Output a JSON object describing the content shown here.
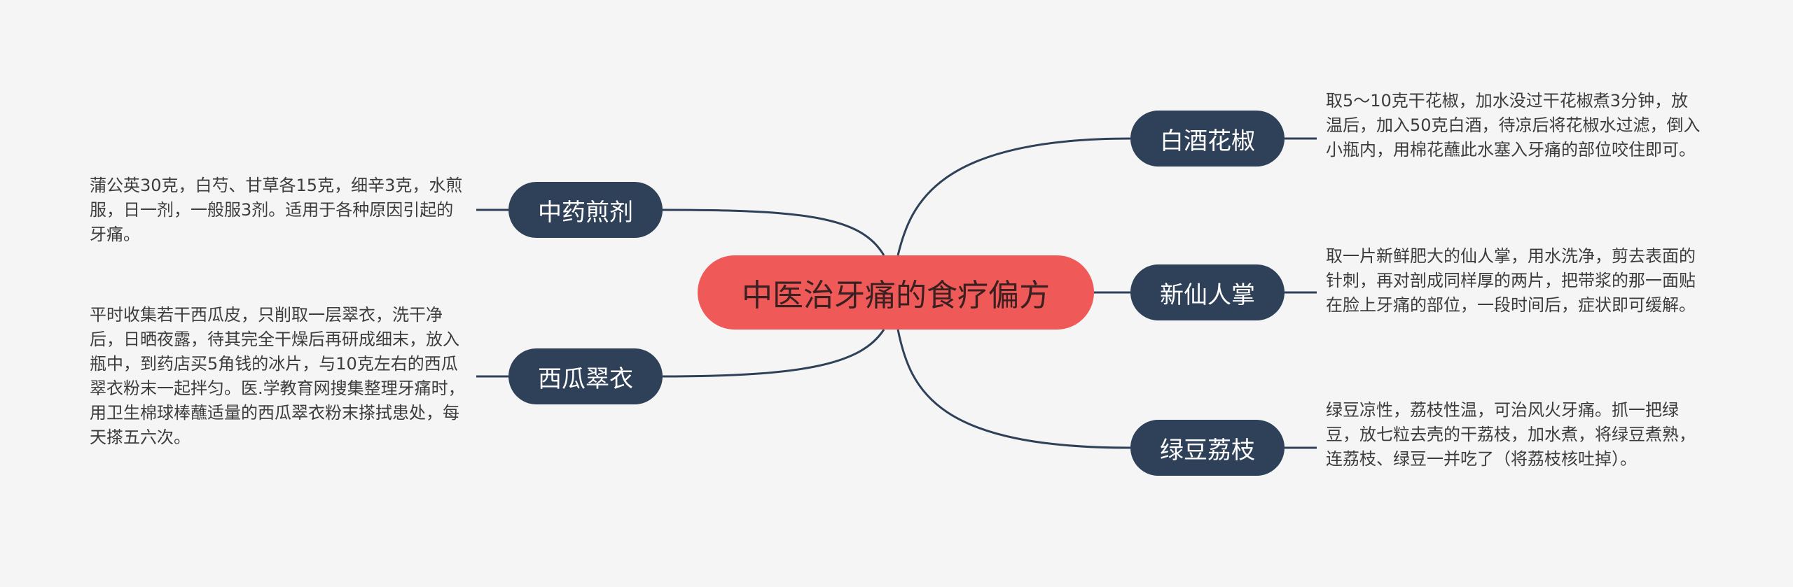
{
  "root": {
    "title": "中医治牙痛的食疗偏方"
  },
  "branches": {
    "right": [
      {
        "label": "白酒花椒",
        "detail": "取5～10克干花椒，加水没过干花椒煮3分钟，放温后，加入50克白酒，待凉后将花椒水过滤，倒入小瓶内，用棉花蘸此水塞入牙痛的部位咬住即可。"
      },
      {
        "label": "新仙人掌",
        "detail": "取一片新鲜肥大的仙人掌，用水洗净，剪去表面的针刺，再对剖成同样厚的两片，把带浆的那一面贴在脸上牙痛的部位，一段时间后，症状即可缓解。"
      },
      {
        "label": "绿豆荔枝",
        "detail": "绿豆凉性，荔枝性温，可治风火牙痛。抓一把绿豆，放七粒去壳的干荔枝，加水煮，将绿豆煮熟，连荔枝、绿豆一并吃了（将荔枝核吐掉）。"
      }
    ],
    "left": [
      {
        "label": "中药煎剂",
        "detail": "蒲公英30克，白芍、甘草各15克，细辛3克，水煎服，日一剂，一般服3剂。适用于各种原因引起的牙痛。"
      },
      {
        "label": "西瓜翠衣",
        "detail": "平时收集若干西瓜皮，只削取一层翠衣，洗干净后，日晒夜露，待其完全干燥后再研成细末，放入瓶中，到药店买5角钱的冰片，与10克左右的西瓜翠衣粉末一起拌匀。医.学教育网搜集整理牙痛时，用卫生棉球棒蘸适量的西瓜翠衣粉末搽拭患处，每天搽五六次。"
      }
    ]
  },
  "colors": {
    "background": "#f5f5f5",
    "root_fill": "#ef5a58",
    "branch_fill": "#2e4159",
    "connector": "#2e4159",
    "text": "#3c3c3c"
  }
}
